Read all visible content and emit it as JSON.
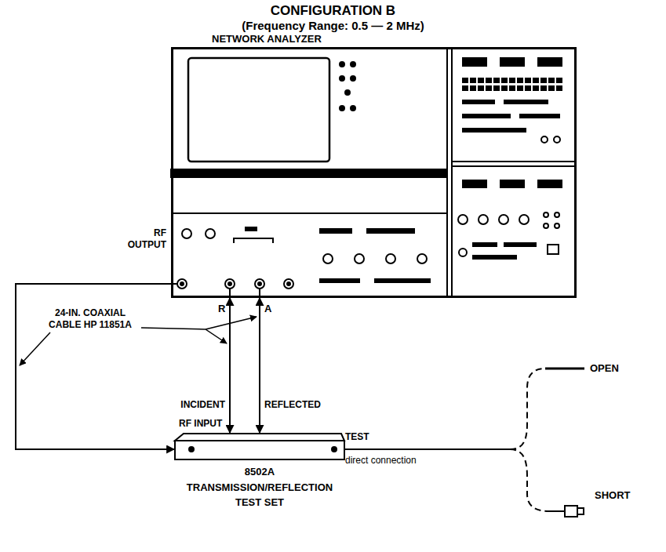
{
  "diagram": {
    "title": "CONFIGURATION B",
    "nodes": [
      {
        "text": [
          "NETWORK ANALYZER"
        ]
      },
      {
        "text": [
          "8502A TRANSMISSION/REFLECTION TEST SET"
        ]
      }
    ],
    "edges": [
      {
        "from": 0,
        "to": 1,
        "arrow": "to"
      },
      {
        "from": 0,
        "to": 1,
        "label": "INCIDENT",
        "arrow": "both"
      },
      {
        "from": 0,
        "to": 1,
        "label": "REFLECTED",
        "arrow": "both"
      }
    ],
    "labels": [
      "(Frequency Range: 0.5 — 2 MHz)",
      "RF OUTPUT",
      "R",
      "A",
      "24-IN. COAXIAL CABLE HP 11851A",
      "RF INPUT",
      "TEST",
      "direct connection",
      "OPEN",
      "SHORT"
    ]
  }
}
